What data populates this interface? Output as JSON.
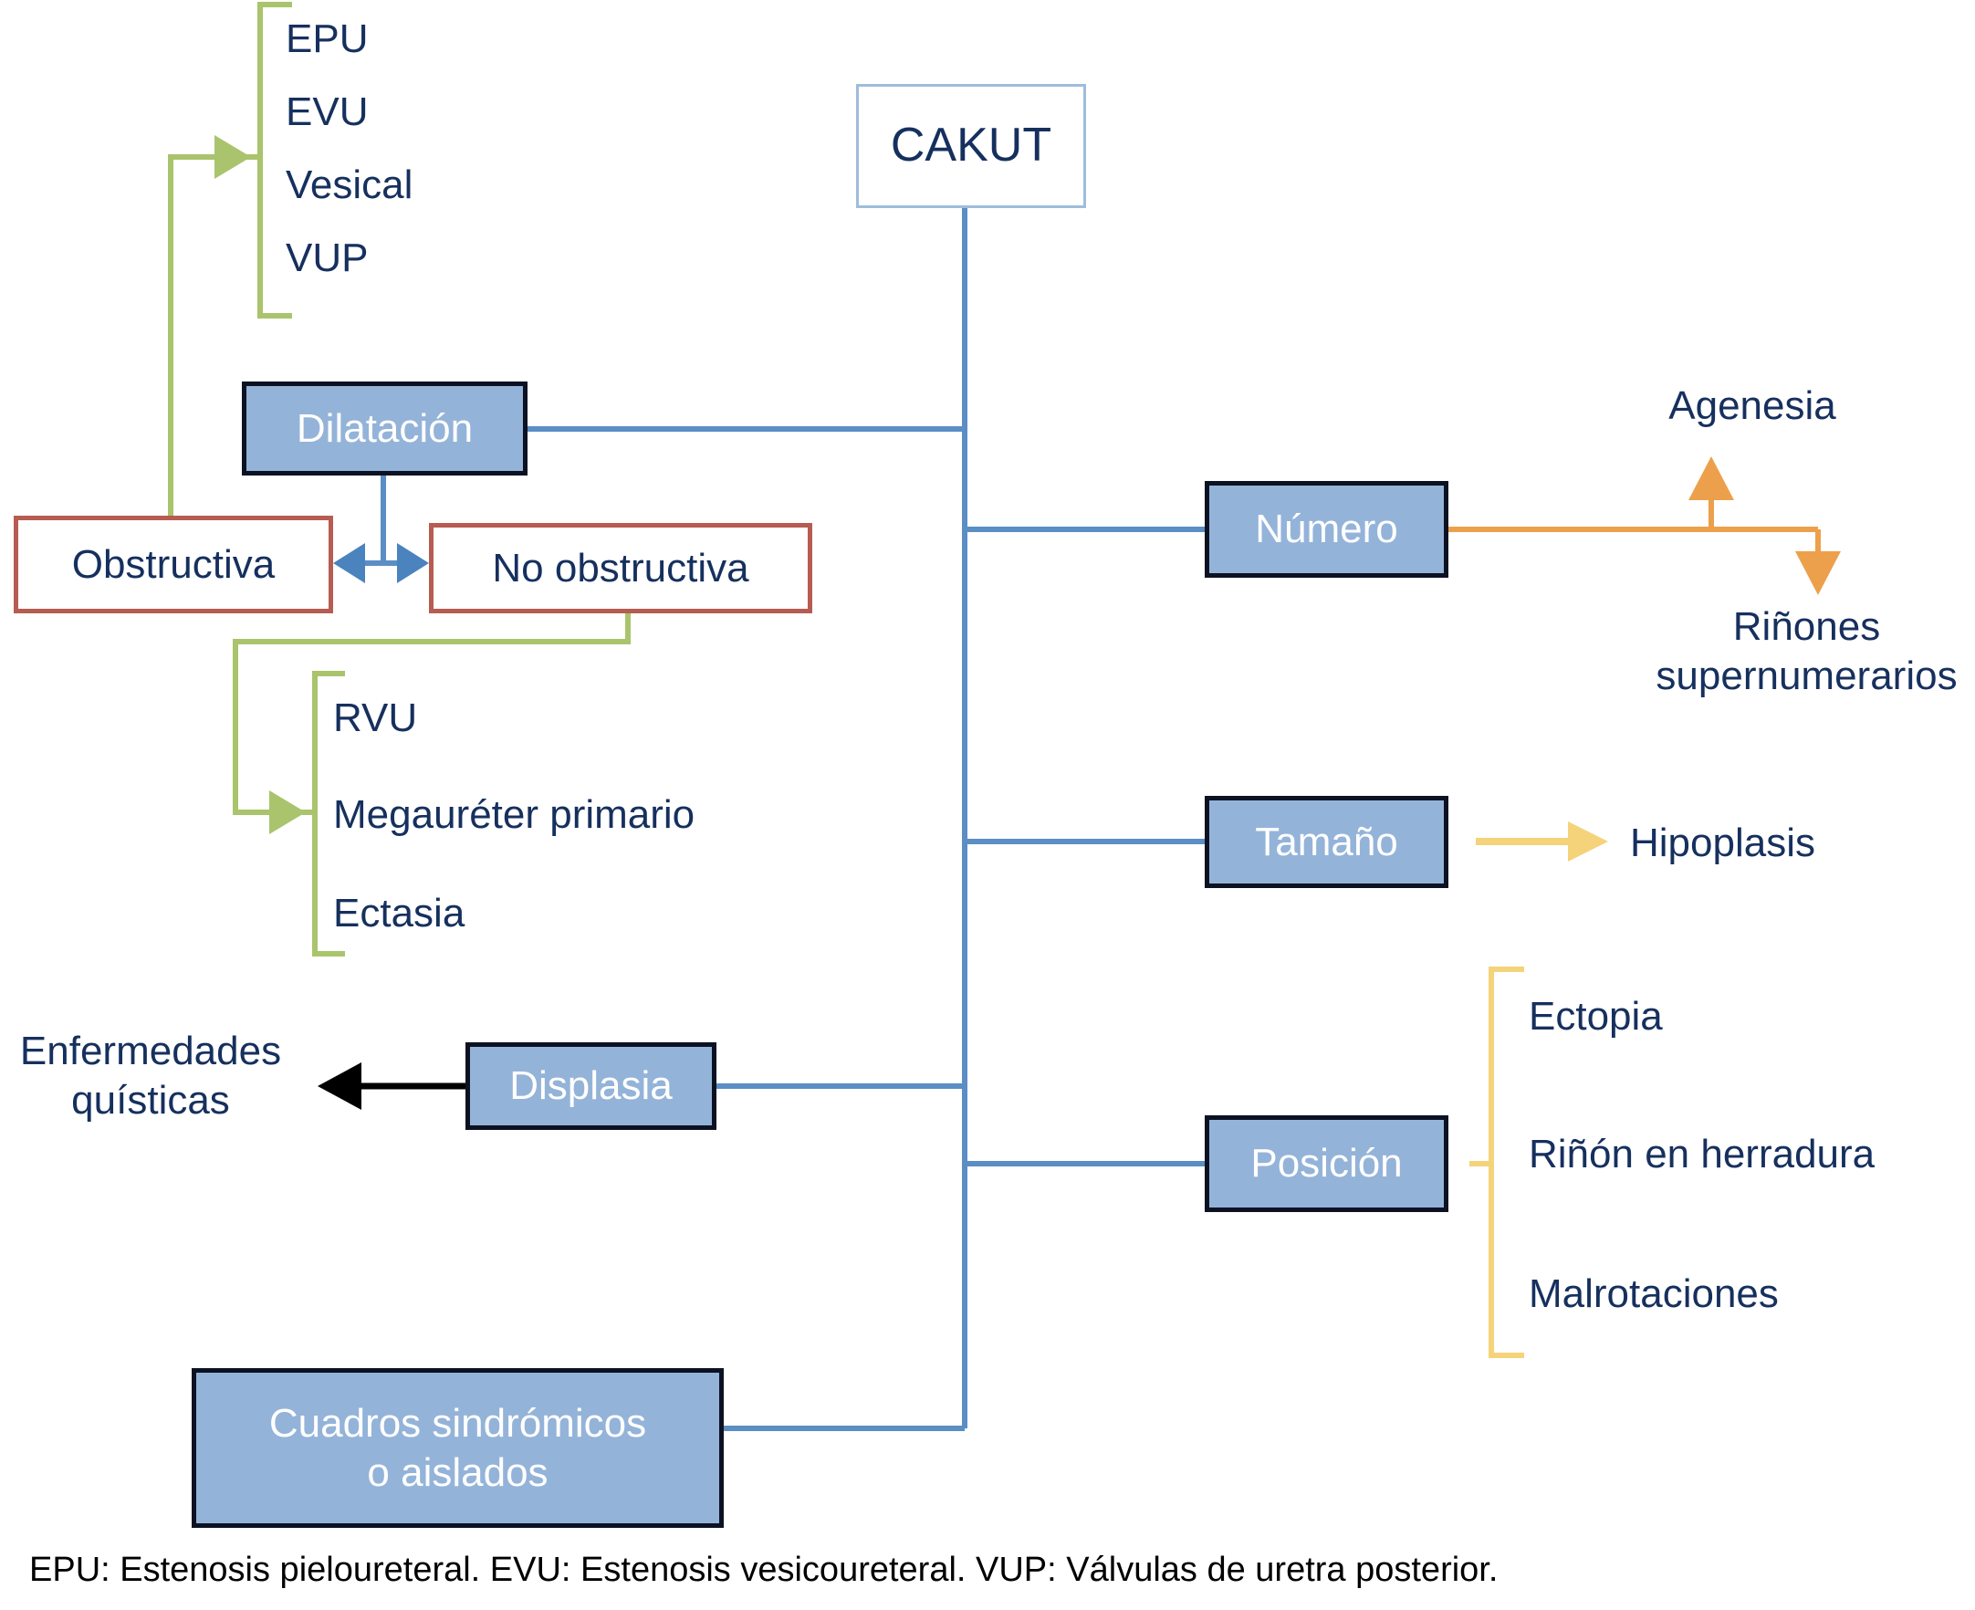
{
  "diagram": {
    "root": {
      "label": "CAKUT"
    },
    "nodes": {
      "dilatacion": "Dilatación",
      "obstructiva": "Obstructiva",
      "no_obstructiva": "No obstructiva",
      "numero": "Número",
      "tamano": "Tamaño",
      "posicion": "Posición",
      "displasia": "Displasia",
      "cuadros_line1": "Cuadros sindrómicos",
      "cuadros_line2": "o aislados"
    },
    "obstructiva_leaves": [
      "EPU",
      "EVU",
      "Vesical",
      "VUP"
    ],
    "no_obstructiva_leaves": [
      "RVU",
      "Megauréter primario",
      "Ectasia"
    ],
    "numero_leaves": [
      "Agenesia",
      "Riñones\nsupernumerarios"
    ],
    "numero_leaf_1": "Agenesia",
    "numero_leaf_2_line1": "Riñones",
    "numero_leaf_2_line2": "supernumerarios",
    "tamano_leaves": [
      "Hipoplasis"
    ],
    "tamano_leaf_1": "Hipoplasis",
    "posicion_leaves": [
      "Ectopia",
      "Riñón en herradura",
      "Malrotaciones"
    ],
    "displasia_leaf_line1": "Enfermedades",
    "displasia_leaf_line2": "quísticas",
    "footnote": "EPU: Estenosis pieloureteral. EVU: Estenosis vesicoureteral. VUP: Válvulas de uretra posterior.",
    "colors": {
      "root_border": "#9ebddc",
      "node_fill": "#94b3d9",
      "node_border": "#0c1222",
      "red_border": "#b75c52",
      "text_dark": "#16305e",
      "text_light": "#ffffff",
      "connector_blue": "#5b8ec4",
      "connector_green": "#a9c46c",
      "connector_orange": "#eda04c",
      "connector_yellow": "#f4d37a",
      "connector_black": "#000000"
    }
  }
}
